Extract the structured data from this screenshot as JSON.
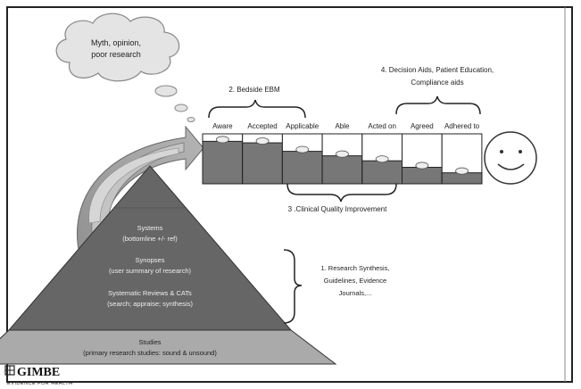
{
  "cloud": {
    "line1": "Myth, opinion,",
    "line2": "poor research"
  },
  "pyramid": {
    "systems": {
      "title": "Systems",
      "sub": "(bottomline +/- ref)"
    },
    "synopses": {
      "title": "Synopses",
      "sub": "(user summary of research)"
    },
    "reviews": {
      "title": "Systematic Reviews & CATs",
      "sub": "(search; appraise; synthesis)"
    },
    "studies": {
      "title": "Studies",
      "sub": "(primary research studies: sound & unsound)"
    }
  },
  "labels": {
    "bedside": "2. Bedside EBM",
    "decision_line1": "4. Decision Aids, Patient Education,",
    "decision_line2": "Compliance aids",
    "clinical": "3 .Clinical Quality Improvement",
    "research_line1": "1. Research Synthesis,",
    "research_line2": "Guidelines, Evidence",
    "research_line3": "Journals,..."
  },
  "stages": [
    {
      "label": "Aware",
      "fill": 0.85
    },
    {
      "label": "Accepted",
      "fill": 0.82
    },
    {
      "label": "Applicable",
      "fill": 0.65
    },
    {
      "label": "Able",
      "fill": 0.56
    },
    {
      "label": "Acted on",
      "fill": 0.46
    },
    {
      "label": "Agreed",
      "fill": 0.33
    },
    {
      "label": "Adhered to",
      "fill": 0.22
    }
  ],
  "logo": {
    "name": "GIMBE",
    "tagline": "EVIDENCE FOR HEALTH"
  },
  "icons": {
    "smiley": "smiley-face-icon",
    "cloud": "thought-cloud-icon",
    "arrow": "curved-arrow-icon"
  },
  "colors": {
    "bar_fill": "#777777",
    "pyramid_dark": "#666666",
    "pyramid_light": "#aaaaaa",
    "arrow": "#9a9a9a",
    "frame": "#222222"
  }
}
